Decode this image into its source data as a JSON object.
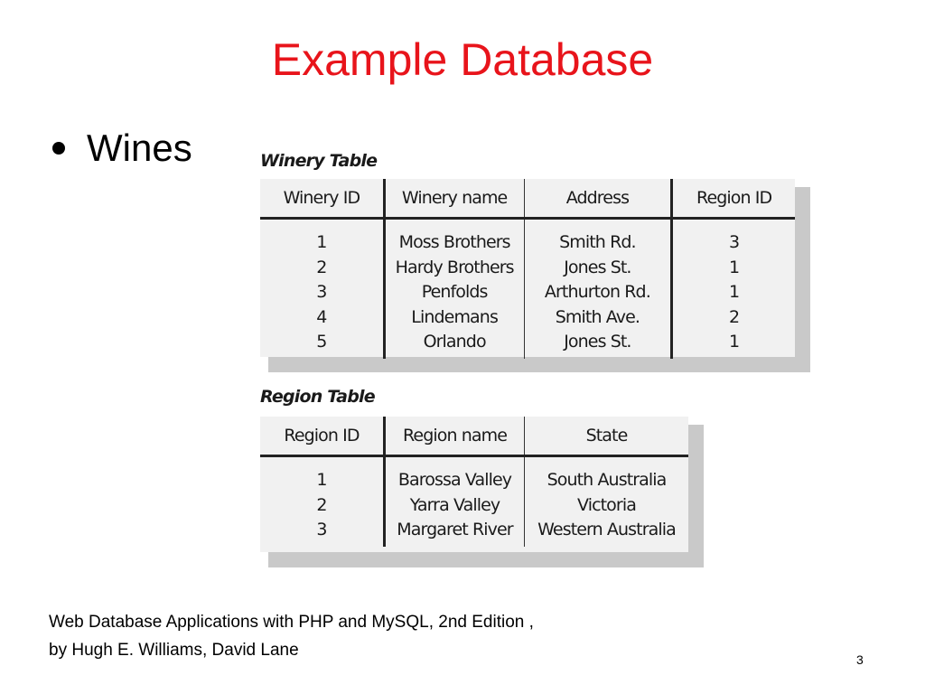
{
  "slide": {
    "title": "Example Database",
    "bullet": "Wines",
    "winery_table": {
      "caption": "Winery Table",
      "columns": [
        "Winery ID",
        "Winery name",
        "Address",
        "Region ID"
      ],
      "rows": [
        [
          "1",
          "Moss Brothers",
          "Smith Rd.",
          "3"
        ],
        [
          "2",
          "Hardy Brothers",
          "Jones St.",
          "1"
        ],
        [
          "3",
          "Penfolds",
          "Arthurton Rd.",
          "1"
        ],
        [
          "4",
          "Lindemans",
          "Smith Ave.",
          "2"
        ],
        [
          "5",
          "Orlando",
          "Jones St.",
          "1"
        ]
      ]
    },
    "region_table": {
      "caption": "Region Table",
      "columns": [
        "Region ID",
        "Region name",
        "State"
      ],
      "rows": [
        [
          "1",
          "Barossa Valley",
          "South Australia"
        ],
        [
          "2",
          "Yarra Valley",
          "Victoria"
        ],
        [
          "3",
          "Margaret River",
          "Western Australia"
        ]
      ]
    },
    "citation_line1": "Web Database Applications with PHP and MySQL, 2nd Edition ,",
    "citation_line2": "by Hugh E. Williams, David Lane",
    "page_number": "3"
  }
}
